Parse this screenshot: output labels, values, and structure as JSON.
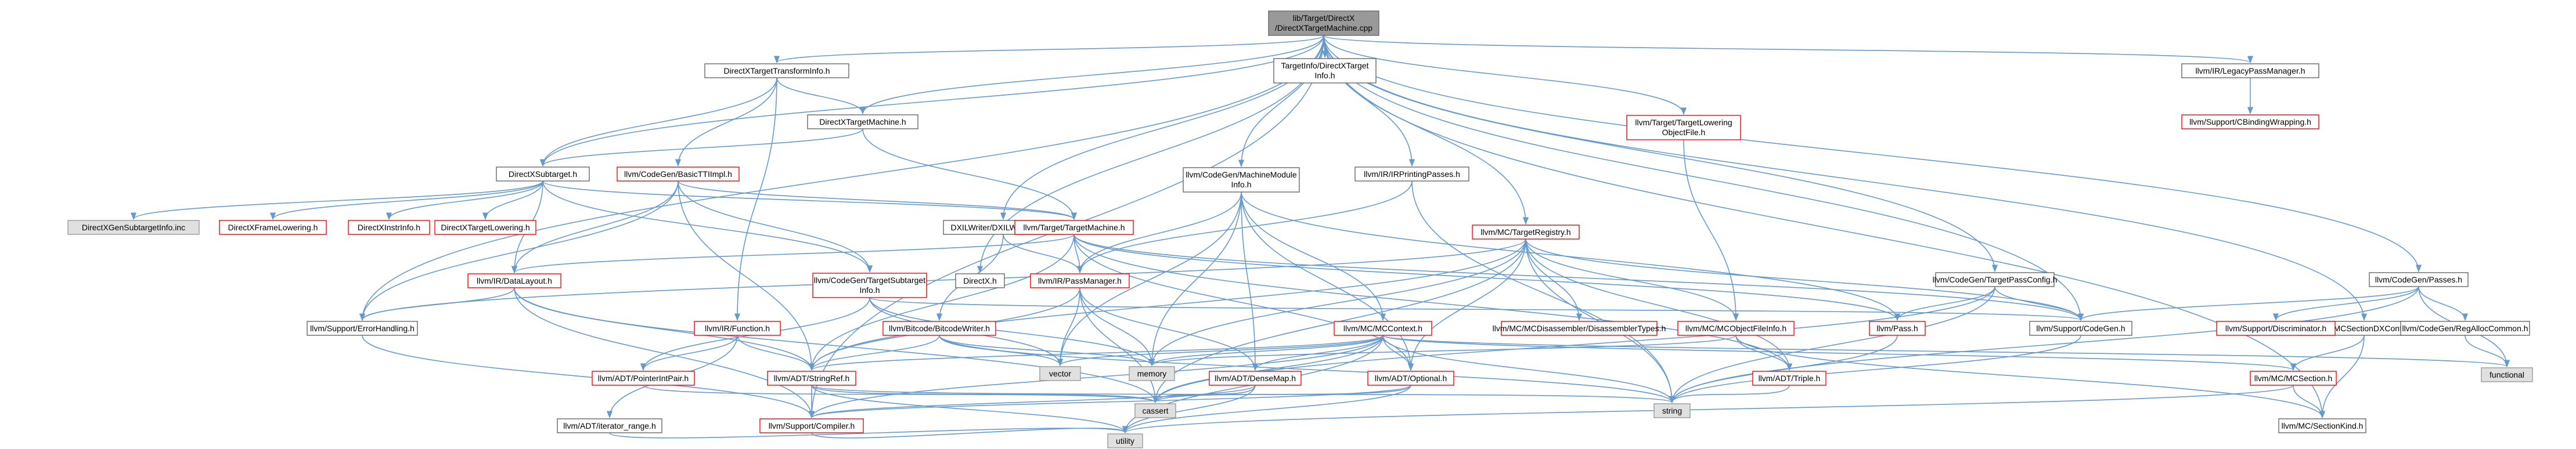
{
  "colors": {
    "edge": "#6699cc",
    "normal_fill": "#ffffff",
    "normal_stroke": "#666666",
    "missing_fill": "#ffffff",
    "missing_stroke": "#ff0000",
    "external_fill": "#e0e0e0",
    "external_stroke": "#999999",
    "root_fill": "#999999",
    "root_stroke": "#666666"
  },
  "nodes": [
    {
      "id": "root",
      "label": [
        "lib/Target/DirectX",
        "/DirectXTargetMachine.cpp"
      ],
      "kind": "root"
    },
    {
      "id": "dxtti",
      "label": [
        "DirectXTargetTransformInfo.h"
      ],
      "kind": "normal"
    },
    {
      "id": "tidx",
      "label": [
        "TargetInfo/DirectXTarget",
        "Info.h"
      ],
      "kind": "normal"
    },
    {
      "id": "legacypm",
      "label": [
        "llvm/IR/LegacyPassManager.h"
      ],
      "kind": "normal"
    },
    {
      "id": "dxtm",
      "label": [
        "DirectXTargetMachine.h"
      ],
      "kind": "normal"
    },
    {
      "id": "tlof",
      "label": [
        "llvm/Target/TargetLowering",
        "ObjectFile.h"
      ],
      "kind": "missing"
    },
    {
      "id": "cbinding",
      "label": [
        "llvm/Support/CBindingWrapping.h"
      ],
      "kind": "missing"
    },
    {
      "id": "dxsub",
      "label": [
        "DirectXSubtarget.h"
      ],
      "kind": "normal"
    },
    {
      "id": "basictti",
      "label": [
        "llvm/CodeGen/BasicTTIImpl.h"
      ],
      "kind": "missing"
    },
    {
      "id": "cgmm",
      "label": [
        "llvm/CodeGen/MachineModule",
        "Info.h"
      ],
      "kind": "normal"
    },
    {
      "id": "irprint",
      "label": [
        "llvm/IR/IRPrintingPasses.h"
      ],
      "kind": "normal"
    },
    {
      "id": "dxgeninc",
      "label": [
        "DirectXGenSubtargetInfo.inc"
      ],
      "kind": "external"
    },
    {
      "id": "dxframe",
      "label": [
        "DirectXFrameLowering.h"
      ],
      "kind": "missing"
    },
    {
      "id": "dxinstr",
      "label": [
        "DirectXInstrInfo.h"
      ],
      "kind": "missing"
    },
    {
      "id": "dxtl",
      "label": [
        "DirectXTargetLowering.h"
      ],
      "kind": "missing"
    },
    {
      "id": "dxilwriter",
      "label": [
        "DXILWriter/DXILWriterPass.h"
      ],
      "kind": "normal"
    },
    {
      "id": "tmach",
      "label": [
        "llvm/Target/TargetMachine.h"
      ],
      "kind": "missing"
    },
    {
      "id": "mctreg",
      "label": [
        "llvm/MC/TargetRegistry.h"
      ],
      "kind": "missing"
    },
    {
      "id": "cgtpc",
      "label": [
        "llvm/CodeGen/TargetPassConfig.h"
      ],
      "kind": "normal"
    },
    {
      "id": "cgpasses",
      "label": [
        "llvm/CodeGen/Passes.h"
      ],
      "kind": "normal"
    },
    {
      "id": "datalayout",
      "label": [
        "llvm/IR/DataLayout.h"
      ],
      "kind": "missing"
    },
    {
      "id": "cgtsi",
      "label": [
        "llvm/CodeGen/TargetSubtarget",
        "Info.h"
      ],
      "kind": "missing"
    },
    {
      "id": "directxh",
      "label": [
        "DirectX.h"
      ],
      "kind": "normal"
    },
    {
      "id": "passmgr",
      "label": [
        "llvm/IR/PassManager.h"
      ],
      "kind": "missing"
    },
    {
      "id": "mcsecdx",
      "label": [
        "llvm/MC/MCSectionDXContainer.h"
      ],
      "kind": "normal"
    },
    {
      "id": "errh",
      "label": [
        "llvm/Support/ErrorHandling.h"
      ],
      "kind": "normal"
    },
    {
      "id": "irfunc",
      "label": [
        "llvm/IR/Function.h"
      ],
      "kind": "missing"
    },
    {
      "id": "bcwriter",
      "label": [
        "llvm/Bitcode/BitcodeWriter.h"
      ],
      "kind": "missing"
    },
    {
      "id": "mcctx",
      "label": [
        "llvm/MC/MCContext.h"
      ],
      "kind": "missing"
    },
    {
      "id": "mcdis",
      "label": [
        "llvm/MC/MCDisassembler/DisassemblerTypes.h"
      ],
      "kind": "missing"
    },
    {
      "id": "mcofi",
      "label": [
        "llvm/MC/MCObjectFileInfo.h"
      ],
      "kind": "missing"
    },
    {
      "id": "pass",
      "label": [
        "llvm/Pass.h"
      ],
      "kind": "missing"
    },
    {
      "id": "supcg",
      "label": [
        "llvm/Support/CodeGen.h"
      ],
      "kind": "normal"
    },
    {
      "id": "supdisc",
      "label": [
        "llvm/Support/Discriminator.h"
      ],
      "kind": "missing"
    },
    {
      "id": "cgregalloc",
      "label": [
        "llvm/CodeGen/RegAllocCommon.h"
      ],
      "kind": "normal"
    },
    {
      "id": "vector",
      "label": [
        "vector"
      ],
      "kind": "external"
    },
    {
      "id": "memory",
      "label": [
        "memory"
      ],
      "kind": "external"
    },
    {
      "id": "functional",
      "label": [
        "functional"
      ],
      "kind": "external"
    },
    {
      "id": "ptrint",
      "label": [
        "llvm/ADT/PointerIntPair.h"
      ],
      "kind": "missing"
    },
    {
      "id": "stringref",
      "label": [
        "llvm/ADT/StringRef.h"
      ],
      "kind": "missing"
    },
    {
      "id": "densemap",
      "label": [
        "llvm/ADT/DenseMap.h"
      ],
      "kind": "missing"
    },
    {
      "id": "optional",
      "label": [
        "llvm/ADT/Optional.h"
      ],
      "kind": "missing"
    },
    {
      "id": "triple",
      "label": [
        "llvm/ADT/Triple.h"
      ],
      "kind": "missing"
    },
    {
      "id": "mcsection",
      "label": [
        "llvm/MC/MCSection.h"
      ],
      "kind": "missing"
    },
    {
      "id": "cassert",
      "label": [
        "cassert"
      ],
      "kind": "external"
    },
    {
      "id": "string",
      "label": [
        "string"
      ],
      "kind": "external"
    },
    {
      "id": "itrange",
      "label": [
        "llvm/ADT/iterator_range.h"
      ],
      "kind": "normal"
    },
    {
      "id": "compiler",
      "label": [
        "llvm/Support/Compiler.h"
      ],
      "kind": "missing"
    },
    {
      "id": "seckind",
      "label": [
        "llvm/MC/SectionKind.h"
      ],
      "kind": "normal"
    },
    {
      "id": "utility",
      "label": [
        "utility"
      ],
      "kind": "external"
    }
  ],
  "edges": [
    [
      "root",
      "dxtti"
    ],
    [
      "root",
      "tidx"
    ],
    [
      "root",
      "legacypm"
    ],
    [
      "root",
      "dxtm"
    ],
    [
      "root",
      "tlof"
    ],
    [
      "root",
      "dxsub"
    ],
    [
      "root",
      "cgmm"
    ],
    [
      "root",
      "irprint"
    ],
    [
      "root",
      "dxilwriter"
    ],
    [
      "root",
      "mctreg"
    ],
    [
      "root",
      "cgtpc"
    ],
    [
      "root",
      "cgpasses"
    ],
    [
      "root",
      "directxh"
    ],
    [
      "root",
      "mcsecdx"
    ],
    [
      "root",
      "errh"
    ],
    [
      "root",
      "supcg"
    ],
    [
      "root",
      "seckind"
    ],
    [
      "root",
      "compiler"
    ],
    [
      "dxtti",
      "dxtm"
    ],
    [
      "dxtti",
      "dxsub"
    ],
    [
      "dxtti",
      "basictti"
    ],
    [
      "dxtti",
      "irfunc"
    ],
    [
      "legacypm",
      "cbinding"
    ],
    [
      "dxtm",
      "dxsub"
    ],
    [
      "dxtm",
      "tmach"
    ],
    [
      "tlof",
      "mcofi"
    ],
    [
      "dxsub",
      "dxgeninc"
    ],
    [
      "dxsub",
      "dxframe"
    ],
    [
      "dxsub",
      "dxinstr"
    ],
    [
      "dxsub",
      "dxtl"
    ],
    [
      "dxsub",
      "cgtsi"
    ],
    [
      "dxsub",
      "datalayout"
    ],
    [
      "dxsub",
      "tmach"
    ],
    [
      "basictti",
      "tmach"
    ],
    [
      "basictti",
      "datalayout"
    ],
    [
      "basictti",
      "cgtsi"
    ],
    [
      "basictti",
      "errh"
    ],
    [
      "basictti",
      "stringref"
    ],
    [
      "cgmm",
      "passmgr"
    ],
    [
      "cgmm",
      "mcctx"
    ],
    [
      "cgmm",
      "densemap"
    ],
    [
      "cgmm",
      "optional"
    ],
    [
      "cgmm",
      "pass"
    ],
    [
      "cgmm",
      "vector"
    ],
    [
      "cgmm",
      "memory"
    ],
    [
      "irprint",
      "passmgr"
    ],
    [
      "irprint",
      "string"
    ],
    [
      "dxilwriter",
      "passmgr"
    ],
    [
      "dxilwriter",
      "bcwriter"
    ],
    [
      "tmach",
      "passmgr"
    ],
    [
      "tmach",
      "datalayout"
    ],
    [
      "tmach",
      "stringref"
    ],
    [
      "tmach",
      "optional"
    ],
    [
      "tmach",
      "supcg"
    ],
    [
      "tmach",
      "triple"
    ],
    [
      "tmach",
      "pass"
    ],
    [
      "mctreg",
      "mcdis"
    ],
    [
      "mctreg",
      "mcofi"
    ],
    [
      "mctreg",
      "optional"
    ],
    [
      "mctreg",
      "stringref"
    ],
    [
      "mctreg",
      "errh"
    ],
    [
      "mctreg",
      "supcg"
    ],
    [
      "mctreg",
      "cassert"
    ],
    [
      "mctreg",
      "memory"
    ],
    [
      "mctreg",
      "string"
    ],
    [
      "mctreg",
      "triple"
    ],
    [
      "cgtpc",
      "pass"
    ],
    [
      "cgtpc",
      "supcg"
    ],
    [
      "cgtpc",
      "cassert"
    ],
    [
      "cgtpc",
      "string"
    ],
    [
      "cgpasses",
      "supcg"
    ],
    [
      "cgpasses",
      "supdisc"
    ],
    [
      "cgpasses",
      "cgregalloc"
    ],
    [
      "cgpasses",
      "functional"
    ],
    [
      "cgpasses",
      "string"
    ],
    [
      "cgregalloc",
      "functional"
    ],
    [
      "datalayout",
      "stringref"
    ],
    [
      "datalayout",
      "errh"
    ],
    [
      "datalayout",
      "compiler"
    ],
    [
      "datalayout",
      "cassert"
    ],
    [
      "cgtsi",
      "supcg"
    ],
    [
      "cgtsi",
      "vector"
    ],
    [
      "cgtsi",
      "memory"
    ],
    [
      "cgtsi",
      "ptrint"
    ],
    [
      "passmgr",
      "stringref"
    ],
    [
      "passmgr",
      "densemap"
    ],
    [
      "passmgr",
      "vector"
    ],
    [
      "passmgr",
      "memory"
    ],
    [
      "passmgr",
      "cassert"
    ],
    [
      "mcsecdx",
      "mcsection"
    ],
    [
      "mcsecdx",
      "seckind"
    ],
    [
      "errh",
      "compiler"
    ],
    [
      "irfunc",
      "stringref"
    ],
    [
      "irfunc",
      "itrange"
    ],
    [
      "irfunc",
      "ptrint"
    ],
    [
      "bcwriter",
      "stringref"
    ],
    [
      "bcwriter",
      "memory"
    ],
    [
      "bcwriter",
      "string"
    ],
    [
      "bcwriter",
      "vector"
    ],
    [
      "mcctx",
      "stringref"
    ],
    [
      "mcctx",
      "densemap"
    ],
    [
      "mcctx",
      "optional"
    ],
    [
      "mcctx",
      "mcsection"
    ],
    [
      "mcctx",
      "compiler"
    ],
    [
      "mcctx",
      "vector"
    ],
    [
      "mcctx",
      "memory"
    ],
    [
      "mcctx",
      "cassert"
    ],
    [
      "mcctx",
      "string"
    ],
    [
      "mcctx",
      "utility"
    ],
    [
      "mcctx",
      "functional"
    ],
    [
      "mcofi",
      "triple"
    ],
    [
      "mcofi",
      "seckind"
    ],
    [
      "mcofi",
      "memory"
    ],
    [
      "pass",
      "string"
    ],
    [
      "supcg",
      "string"
    ],
    [
      "ptrint",
      "cassert"
    ],
    [
      "stringref",
      "compiler"
    ],
    [
      "stringref",
      "cassert"
    ],
    [
      "stringref",
      "string"
    ],
    [
      "stringref",
      "utility"
    ],
    [
      "densemap",
      "compiler"
    ],
    [
      "densemap",
      "cassert"
    ],
    [
      "densemap",
      "utility"
    ],
    [
      "optional",
      "compiler"
    ],
    [
      "optional",
      "cassert"
    ],
    [
      "optional",
      "utility"
    ],
    [
      "triple",
      "string"
    ],
    [
      "mcsection",
      "seckind"
    ],
    [
      "mcsection",
      "utility"
    ],
    [
      "itrange",
      "utility"
    ],
    [
      "compiler",
      "utility"
    ]
  ]
}
